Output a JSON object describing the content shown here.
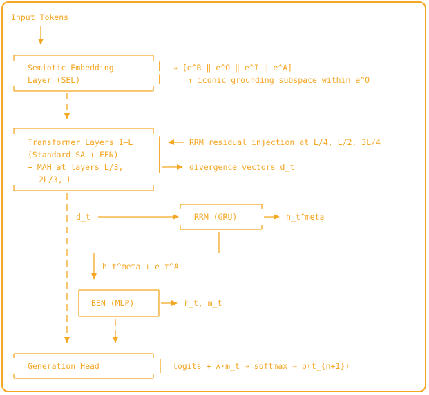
{
  "colors": {
    "accent": "#f5a623",
    "background": "#ffffff"
  },
  "input_tokens": "Input Tokens",
  "sel": {
    "line1": "Semiotic Embedding",
    "line2": "Layer (SEL)",
    "note1": "→ [e^R ‖ e^O ‖ e^I ‖ e^A]",
    "note2": "↑ iconic grounding subspace within e^O"
  },
  "transformer": {
    "line1": "Transformer Layers 1–L",
    "line2": "(Standard SA + FFN)",
    "line3": "+ MAH at layers L/3,",
    "line4": "2L/3, L",
    "rrm_injection": "RRM residual injection at L/4, L/2, 3L/4",
    "divergence": "divergence vectors d_t"
  },
  "d_t_label": "d_t",
  "rrm": {
    "label": "RRM (GRU)",
    "output": "h_t^meta"
  },
  "merge_label": "h_t^meta + e_t^A",
  "ben": {
    "label": "BEN (MLP)",
    "output": "r̂_t, m_t"
  },
  "head": {
    "label": "Generation Head",
    "formula": "logits + λ·m_t → softmax → p(t_{n+1})"
  }
}
